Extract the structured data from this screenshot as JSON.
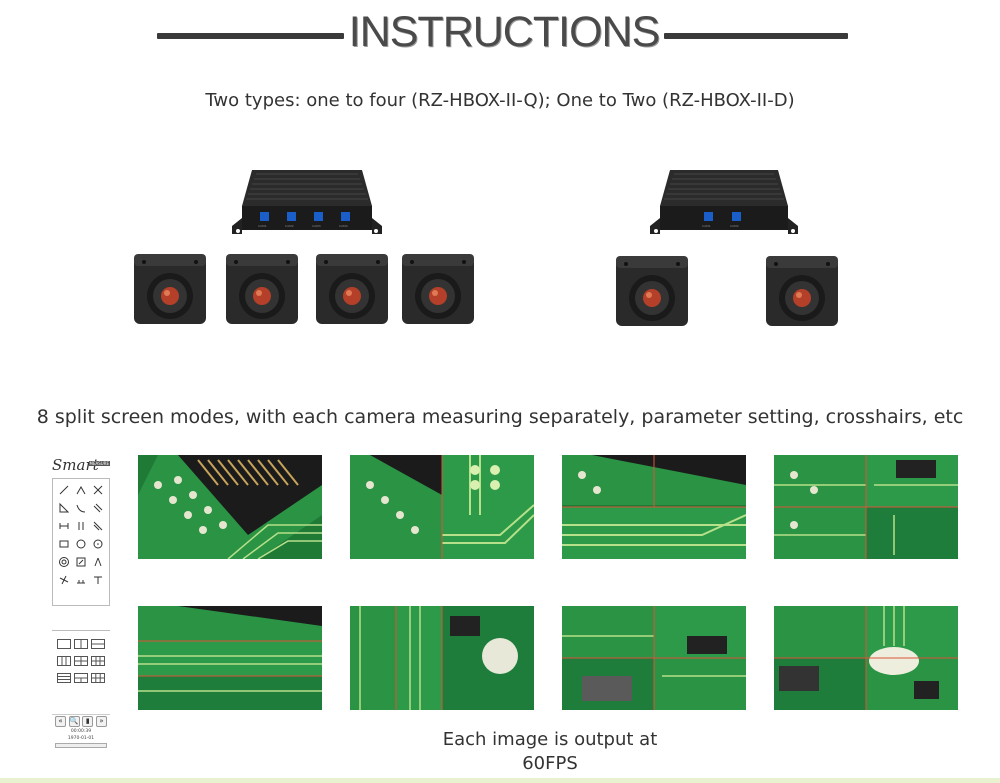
{
  "header": {
    "title": "INSTRUCTIONS"
  },
  "subtitle": "Two types: one to four (RZ-HBOX-II-Q); One to Two (RZ-HBOX-II-D)",
  "modes_text": "8 split screen modes, with each camera measuring separately, parameter setting, crosshairs, etc",
  "fps_text": "Each image is output at 60FPS",
  "toolbar": {
    "logo": "Smart",
    "logo_tag": "MEASURE",
    "tools": [
      "line-icon",
      "angle-line-icon",
      "point-icon",
      "triangle-icon",
      "arc-icon",
      "parallel-icon",
      "horizontal-distance-icon",
      "vertical-distance-icon",
      "diagonal-icon",
      "rectangle-icon",
      "circle-icon",
      "circle-center-icon",
      "concentric-icon",
      "ruler-icon",
      "compass-icon",
      "cross-icon",
      "scale-icon",
      "text-icon"
    ],
    "layouts": [
      "layout-1x2-icon",
      "layout-2x1-icon",
      "layout-1x3-icon",
      "layout-3col-icon",
      "layout-2x2-icon",
      "layout-3x2-icon",
      "layout-wide-icon",
      "layout-quad-icon",
      "layout-grid-icon"
    ],
    "nav": {
      "prev": "«",
      "search": "🔍",
      "save": "▮",
      "next": "»",
      "time": "00:00:39",
      "date": "1970-01-01"
    }
  },
  "hardware": {
    "quad_hub_ports": [
      "USB",
      "USB",
      "USB",
      "USB"
    ],
    "dual_hub_ports": [
      "USB",
      "USB"
    ]
  },
  "colors": {
    "heading": "#4a4a4a",
    "pcb": "#1f8a3c",
    "trace": "#cfe9a0",
    "lens": "#b5402a"
  }
}
